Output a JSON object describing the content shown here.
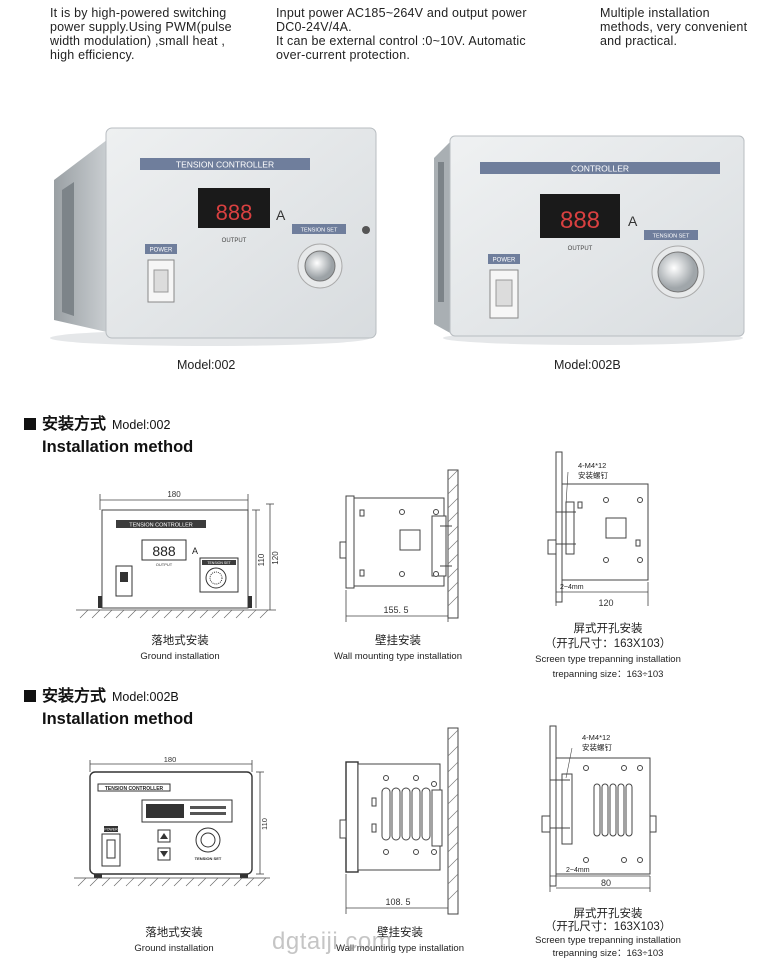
{
  "intro": {
    "col1": [
      "It is by high-powered switching",
      "power supply.Using PWM(pulse",
      "width modulation) ,small heat ,",
      "high efficiency."
    ],
    "col2": [
      "Input power AC185~264V and output power",
      "DC0-24V/4A.",
      "It can be external control :0~10V. Automatic",
      "over-current protection."
    ],
    "col3": [
      "Multiple installation",
      "methods, very convenient",
      "and practical."
    ]
  },
  "products": [
    {
      "model_label": "Model:002",
      "panel_title": "TENSION CONTROLLER",
      "display": "888",
      "unit": "A",
      "output_label": "OUTPUT",
      "power_label": "POWER",
      "knob_label": "TENSION SET"
    },
    {
      "model_label": "Model:002B",
      "panel_title": "CONTROLLER",
      "display": "888",
      "unit": "A",
      "output_label": "OUTPUT",
      "power_label": "POWER",
      "knob_label": "TENSION SET"
    }
  ],
  "sections": [
    {
      "zh_title": "安装方式",
      "model": "Model:002",
      "en_title": "Installation method",
      "ground": {
        "dim_width": "180",
        "dim_h_inner": "110",
        "dim_h_outer": "120",
        "panel_title": "TENSION CONTROLLER",
        "display": "888",
        "unit": "A",
        "output_label": "OUTPUT",
        "knob_label": "TENSION SET",
        "caption_zh": "落地式安装",
        "caption_en": "Ground installation"
      },
      "wall": {
        "dim": "155. 5",
        "caption_zh": "壁挂安装",
        "caption_en": "Wall mounting type installation"
      },
      "screen": {
        "screw": "4-M4*12",
        "screw_zh": "安装螺钉",
        "gap": "2~4mm",
        "dim": "120",
        "caption_zh": "屏式开孔安装",
        "caption_zh2": "（开孔尺寸：163X103）",
        "caption_en": "Screen type trepanning installation",
        "caption_en2": "trepanning  size：163÷103"
      }
    },
    {
      "zh_title": "安装方式",
      "model": "Model:002B",
      "en_title": "Installation method",
      "ground": {
        "dim_width": "180",
        "dim_h_inner": "110",
        "panel_title": "TENSION CONTROLLER",
        "knob_label": "TENSION SET",
        "power_label": "POWER",
        "caption_zh": "落地式安装",
        "caption_en": "Ground installation"
      },
      "wall": {
        "dim": "108. 5",
        "caption_zh": "壁挂安装",
        "caption_en": "Wall mounting type installation"
      },
      "screen": {
        "screw": "4-M4*12",
        "screw_zh": "安装螺钉",
        "gap": "2~4mm",
        "dim": "80",
        "caption_zh": "屏式开孔安装",
        "caption_zh2": "（开孔尺寸：163X103）",
        "caption_en": "Screen type trepanning installation",
        "caption_en2": "trepanning  size：163÷103"
      }
    }
  ],
  "watermark": "dgtaiji.com"
}
